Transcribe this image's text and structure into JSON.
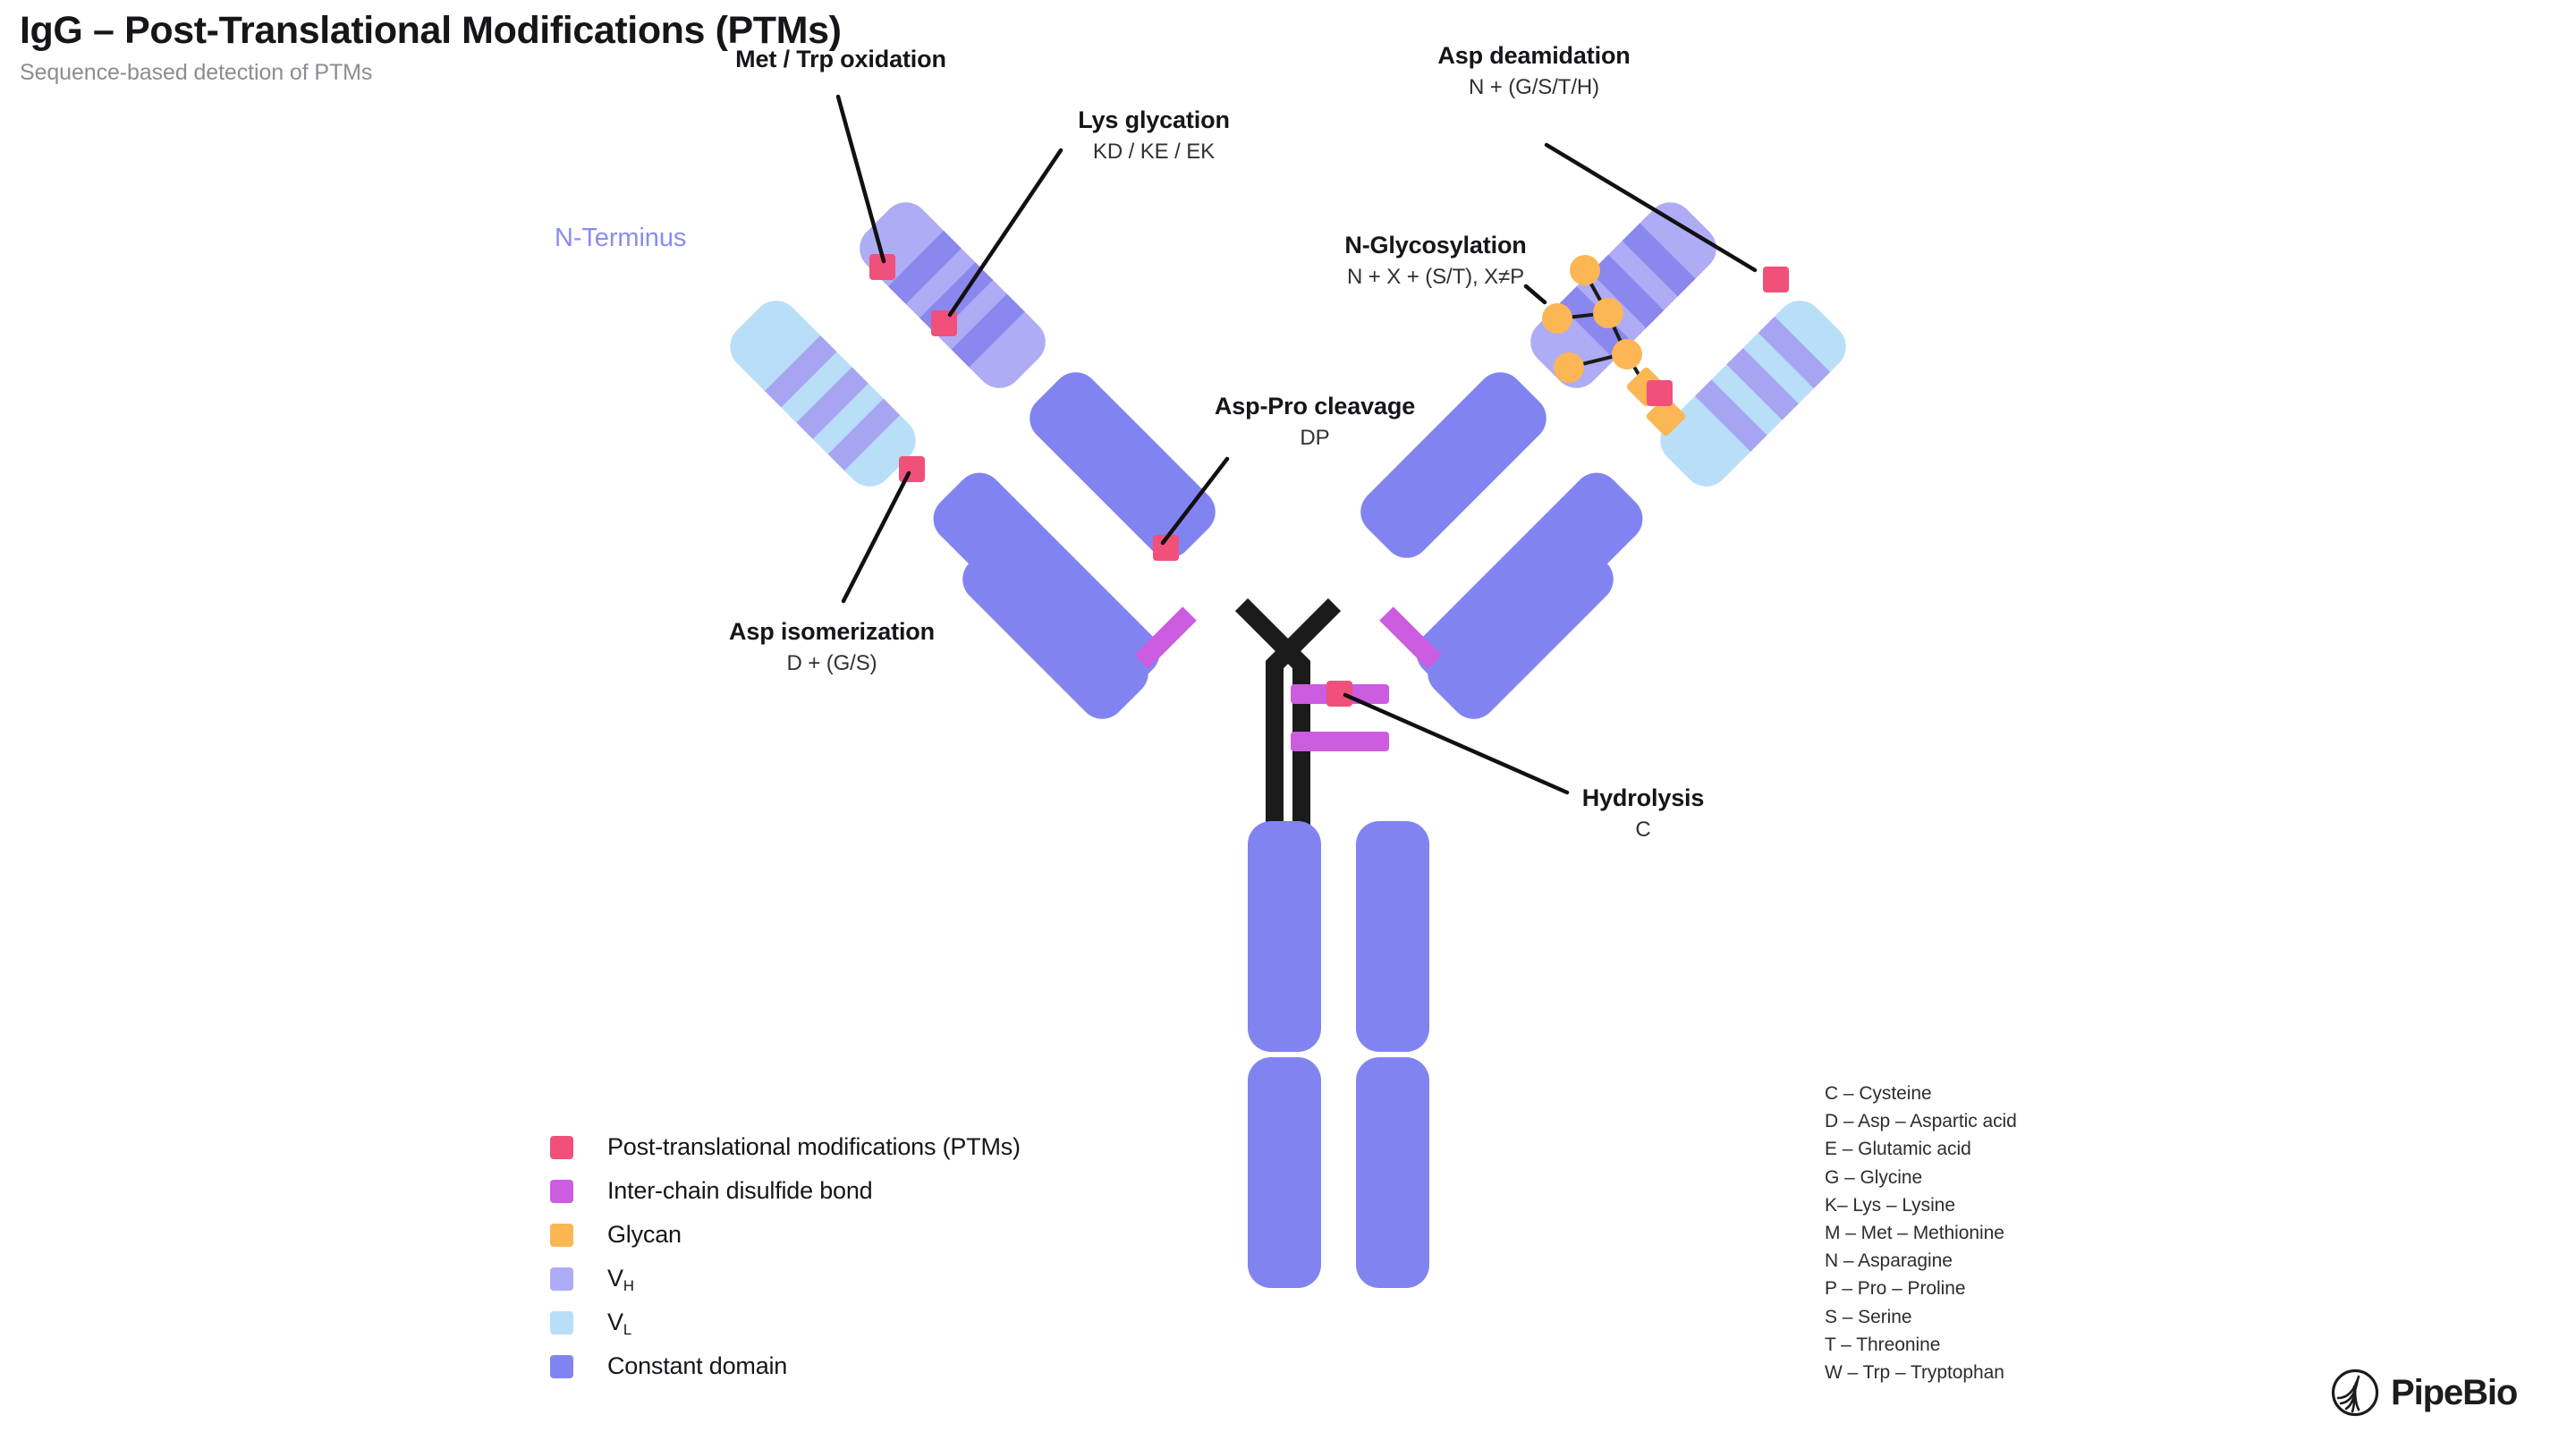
{
  "header": {
    "title": "IgG – Post-Translational Modifications (PTMs)",
    "subtitle": "Sequence-based detection of PTMs"
  },
  "diagram_label": {
    "n_terminus": "N-Terminus"
  },
  "callouts": [
    {
      "id": "oxidation",
      "title": "Met / Trp oxidation",
      "subtitle": ""
    },
    {
      "id": "glycation",
      "title": "Lys glycation",
      "subtitle": "KD / KE / EK"
    },
    {
      "id": "deamidation",
      "title": "Asp deamidation",
      "subtitle": "N + (G/S/T/H)"
    },
    {
      "id": "nglycosylation",
      "title": "N-Glycosylation",
      "subtitle": "N + X + (S/T), X≠P"
    },
    {
      "id": "asppro",
      "title": "Asp-Pro cleavage",
      "subtitle": "DP"
    },
    {
      "id": "isomerization",
      "title": "Asp isomerization",
      "subtitle": "D + (G/S)"
    },
    {
      "id": "hydrolysis",
      "title": "Hydrolysis",
      "subtitle": "C"
    }
  ],
  "legend": {
    "items": [
      {
        "label": "Post-translational modifications (PTMs)",
        "sub": "",
        "color": "#f0507a"
      },
      {
        "label": "Inter-chain disulfide bond",
        "sub": "",
        "color": "#cc5ce0"
      },
      {
        "label": "Glycan",
        "sub": "",
        "color": "#fcb košt"
      },
      {
        "label": "V",
        "sub": "H",
        "color": "#aeacf5"
      },
      {
        "label": "V",
        "sub": "L",
        "color": "#b8dff7"
      },
      {
        "label": "Constant domain",
        "sub": "",
        "color": "#8184f0"
      }
    ]
  },
  "abbreviations": [
    "C – Cysteine",
    "D – Asp – Aspartic acid",
    "E – Glutamic acid",
    "G – Glycine",
    "K– Lys – Lysine",
    "M – Met – Methionine",
    "N – Asparagine",
    "P – Pro – Proline",
    "S – Serine",
    "T – Threonine",
    "W – Trp – Tryptophan"
  ],
  "brand": {
    "name": "PipeBio"
  },
  "colors": {
    "ptm": "#f0507a",
    "disulfide": "#cc5ce0",
    "glycan": "#fcb池54",
    "vh": "#aeacf5",
    "vh_cdr": "#8a87ef",
    "vl": "#b8dff7",
    "vl_cdr": "#a7a5f2",
    "constant": "#8184f0",
    "hinge": "#1b1b1b",
    "leader": "#111111",
    "n_terminus_text": "#8b8cf0"
  }
}
